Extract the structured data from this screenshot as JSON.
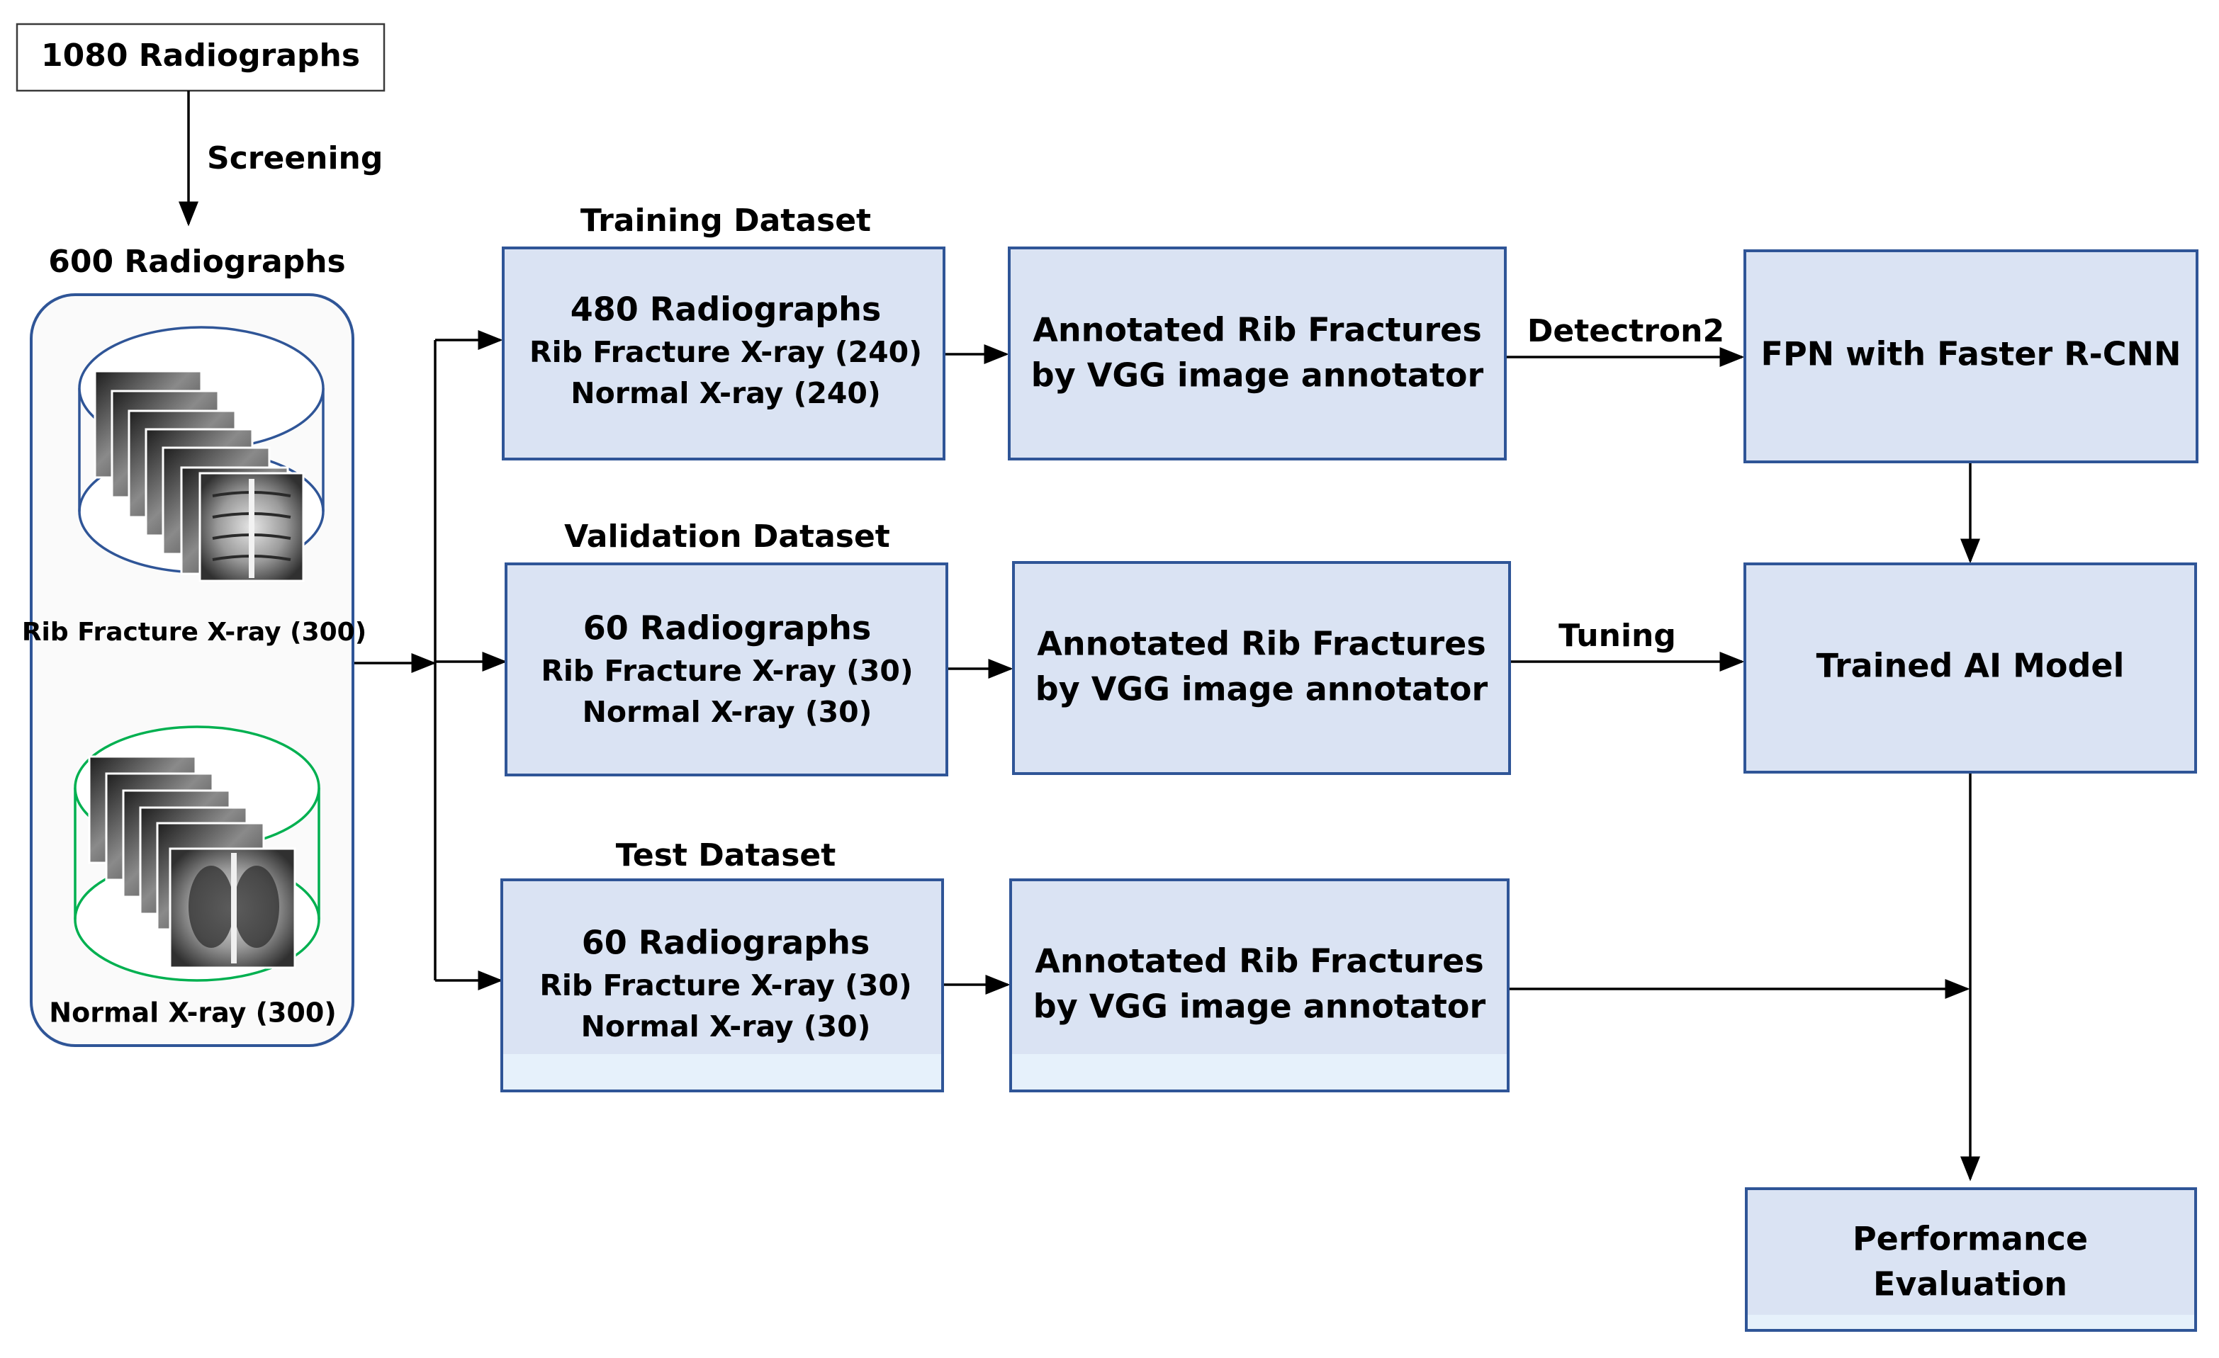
{
  "top_box": {
    "label": "1080 Radiographs"
  },
  "screening_label": "Screening",
  "pool": {
    "title": "600 Radiographs",
    "rib_label": "Rib Fracture X-ray (300)",
    "normal_label": "Normal X-ray (300)",
    "colors": {
      "rib_cylinder": "#2f5597",
      "normal_cylinder": "#00b050"
    }
  },
  "training": {
    "caption": "Training Dataset",
    "line1": "480 Radiographs",
    "line2": "Rib Fracture X-ray (240)",
    "line3": "Normal X-ray (240)"
  },
  "validation": {
    "caption": "Validation Dataset",
    "line1": "60 Radiographs",
    "line2": "Rib Fracture X-ray (30)",
    "line3": "Normal X-ray (30)"
  },
  "test": {
    "caption": "Test Dataset",
    "line1": "60 Radiographs",
    "line2": "Rib Fracture X-ray (30)",
    "line3": "Normal X-ray (30)"
  },
  "annotate": {
    "line1": "Annotated Rib Fractures",
    "line2": "by VGG image annotator"
  },
  "edges": {
    "detectron": "Detectron2",
    "tuning": "Tuning"
  },
  "fpn": {
    "label": "FPN with Faster R-CNN"
  },
  "trained": {
    "label": "Trained AI Model"
  },
  "performance": {
    "line1": "Performance",
    "line2": "Evaluation"
  },
  "colors": {
    "box_fill": "#dae3f3",
    "box_stroke": "#2f5597",
    "pool_stroke": "#2f5597"
  }
}
